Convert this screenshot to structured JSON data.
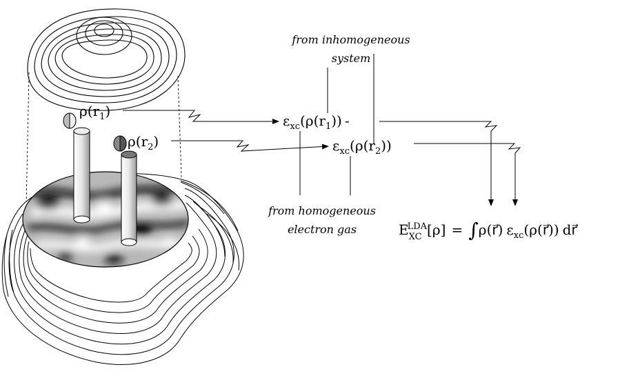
{
  "labels": {
    "rho": "ρ",
    "eps": "ε",
    "xc_sub": "xc",
    "r": "r",
    "r1_sub": "1",
    "r2_sub": "2",
    "r_vec": "r⃗",
    "E": "E",
    "E_sub": "XC",
    "E_sup": "LDA",
    "integral": "∫",
    "d": "d",
    "lparen": "(",
    "rparen": ")",
    "lbracket": "[",
    "rbracket": "]",
    "dash": "-",
    "equals": "="
  },
  "annotations": {
    "inhomogeneous_line1": "from inhomogeneous",
    "inhomogeneous_line2": "system",
    "homogeneous_line1": "from homogeneous",
    "homogeneous_line2": "electron gas"
  },
  "colors": {
    "stroke": "#000000",
    "background": "#ffffff"
  }
}
